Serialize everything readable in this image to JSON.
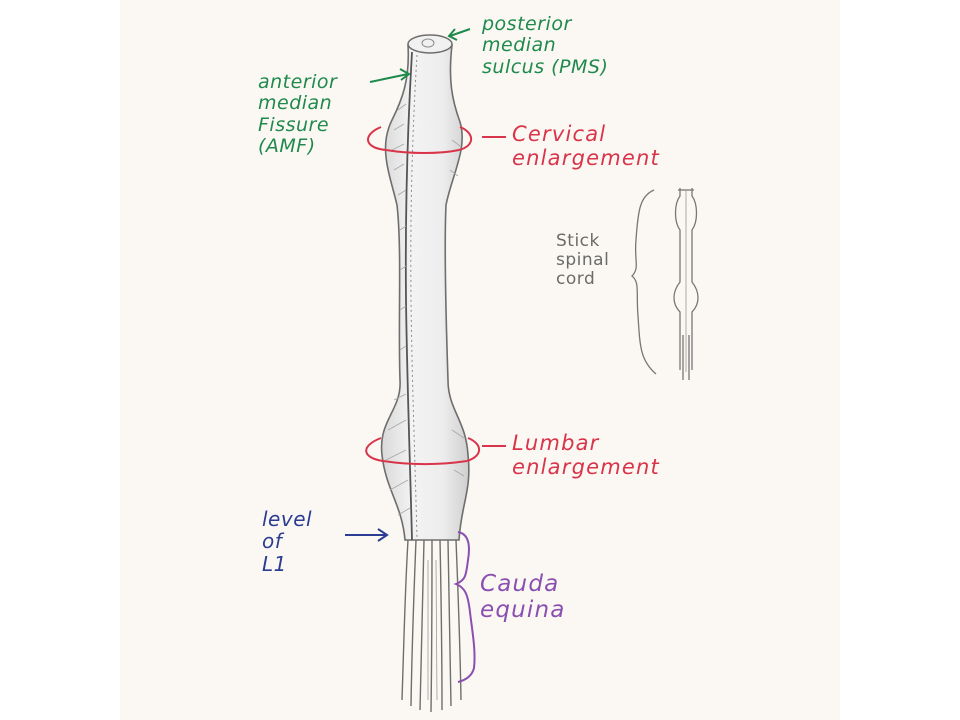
{
  "labels": {
    "pms": "posterior\nmedian\nsulcus (PMS)",
    "amf": "anterior\nmedian\nFissure\n(AMF)",
    "cervical": "Cervical\nenlargement",
    "lumbar": "Lumbar\nenlargement",
    "l1": "level\nof\nL1",
    "cauda": "Cauda\nequina",
    "stick": "Stick\nspinal\ncord"
  },
  "colors": {
    "paper": "#fbf8f3",
    "pencil": "#6e6e6e",
    "green": "#1f8a4c",
    "red": "#d9344a",
    "blue": "#2b3d93",
    "purple": "#8a4fb0"
  }
}
